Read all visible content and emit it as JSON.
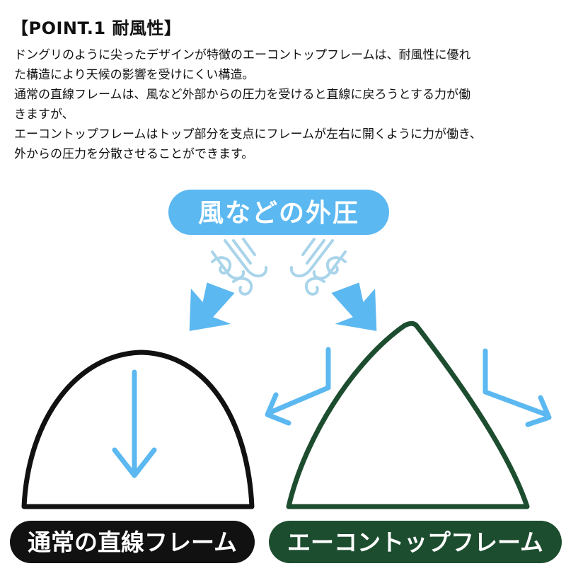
{
  "header": {
    "title": "【POINT.1 耐風性】"
  },
  "description": {
    "lines": [
      "ドングリのように尖ったデザインが特徴のエーコントップフレームは、耐風性に優れ",
      "た構造により天候の影響を受けにくい構造。",
      "通常の直線フレームは、風など外部からの圧力を受けると直線に戻ろうとする力が働",
      "きますが、",
      "エーコントップフレームはトップ部分を支点にフレームが左右に開くように力が働き、",
      "外からの圧力を分散させることができます。"
    ]
  },
  "diagram": {
    "wind_label": "風などの外圧",
    "straight_frame_label": "通常の直線フレーム",
    "acorn_frame_label": "エーコントップフレーム"
  },
  "colors": {
    "accent_blue": "#5cb8f0",
    "wind_icon_blue": "#a9d4ea",
    "straight_frame": "#111111",
    "acorn_frame": "#1d4d2f"
  },
  "icons": [
    "wind-gust-icon",
    "wind-gust-icon"
  ]
}
